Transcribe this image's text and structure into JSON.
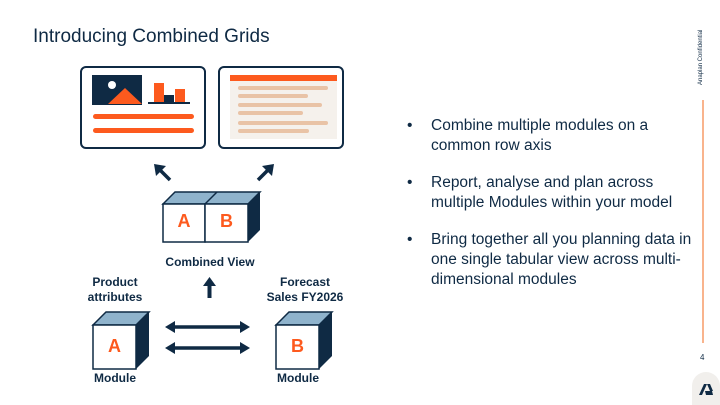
{
  "slide": {
    "title": "Introducing Combined Grids",
    "confidential_label": "Anaplan Confidential",
    "page_number": "4",
    "logo_icon": "anaplan-logo-icon"
  },
  "bullets": [
    "Combine multiple modules on a common row axis",
    "Report, analyse and plan across multiple Modules within your model",
    "Bring together all you planning data in one single tabular view across multi-dimensional modules"
  ],
  "diagram": {
    "combined_view_label": "Combined View",
    "combined_letters": [
      "A",
      "B"
    ],
    "module_a": {
      "caption": "Product attributes",
      "letter": "A",
      "label": "Module"
    },
    "module_b": {
      "caption_line1": "Forecast",
      "caption_line2": "Sales FY2026",
      "letter": "B",
      "label": "Module"
    },
    "product_line1": "Product",
    "product_line2": "attributes"
  },
  "colors": {
    "navy": "#0f2a44",
    "orange": "#fd5a1e",
    "light_blue": "#8fb3cc",
    "peach": "#e9c3a6",
    "accent_line": "#f9b48d"
  }
}
